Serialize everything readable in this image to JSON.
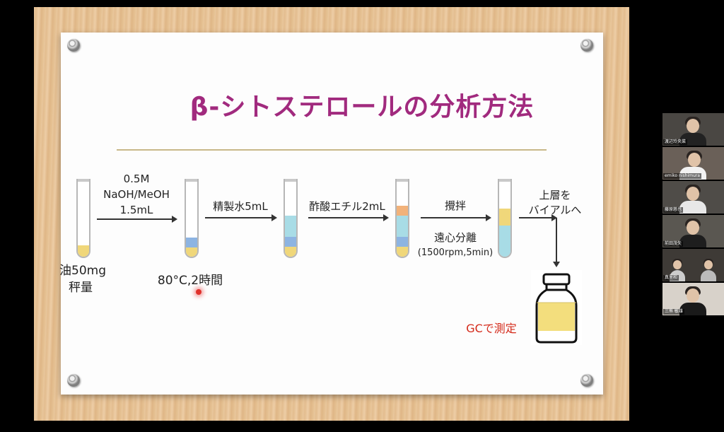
{
  "slide": {
    "title": "β-シトステロールの分析方法",
    "steps": {
      "step1_reagent": [
        "0.5M",
        "NaOH/MeOH",
        "1.5mL"
      ],
      "step1_condition": "80°C,2時間",
      "weigh": [
        "油50mg",
        "秤量"
      ],
      "step2": "精製水5mL",
      "step3": "酢酸エチル2mL",
      "step4_top": "攪拌",
      "step4_bottom": [
        "遠心分離",
        "(1500rpm,5min)"
      ],
      "step5": [
        "上層を",
        "バイアルへ"
      ],
      "measure": "GCで測定"
    }
  },
  "colors": {
    "title": "#a12a7e",
    "oil_layer": "#f0d77a",
    "blue_layer": "#8db4e2",
    "water_layer": "#a8dce6",
    "orange_layer": "#f2b27a",
    "measure_text": "#d42a1a"
  },
  "participants": [
    {
      "name": "渡辺玲央菜"
    },
    {
      "name": "emiko nishimura"
    },
    {
      "name": "藤原慈也"
    },
    {
      "name": "前田茂矢"
    },
    {
      "name": "真里和"
    },
    {
      "name": "三熊 敏雄"
    }
  ]
}
